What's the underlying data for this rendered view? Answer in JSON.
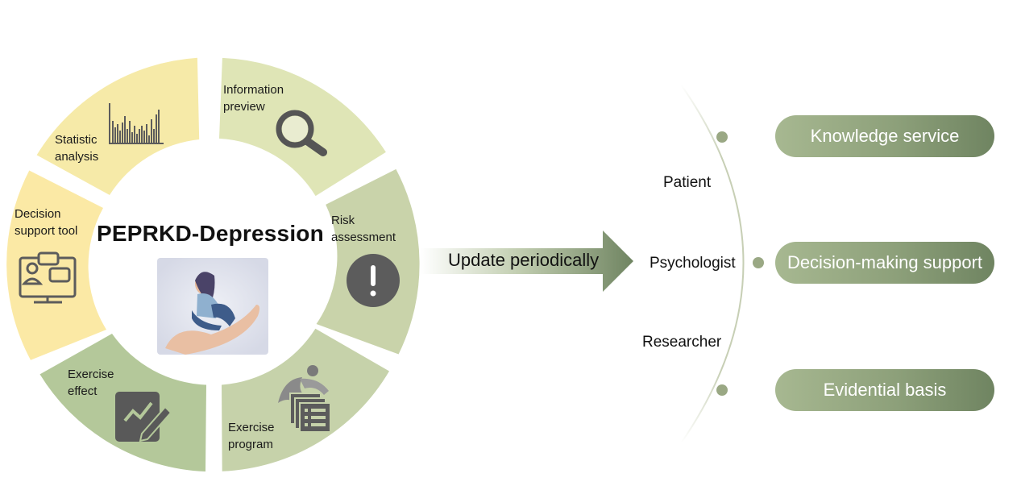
{
  "title": "PEPRKD-Depression",
  "segments": [
    {
      "id": "statistic",
      "lines": [
        "Statistic",
        "analysis"
      ],
      "icon": "bar-chart-icon"
    },
    {
      "id": "information",
      "lines": [
        "Information",
        "preview"
      ],
      "icon": "magnifier-icon"
    },
    {
      "id": "risk",
      "lines": [
        "Risk",
        "assessment"
      ],
      "icon": "exclamation-icon"
    },
    {
      "id": "program",
      "lines": [
        "Exercise",
        "program"
      ],
      "icon": "runner-list-icon"
    },
    {
      "id": "effect",
      "lines": [
        "Exercise",
        "effect"
      ],
      "icon": "edit-chart-icon"
    },
    {
      "id": "decision",
      "lines": [
        "Decision",
        "support tool"
      ],
      "icon": "consultation-screen-icon"
    }
  ],
  "arrow_label": "Update periodically",
  "roles": [
    "Patient",
    "Psychologist",
    "Researcher"
  ],
  "outputs": [
    "Knowledge service",
    "Decision-making support",
    "Evidential basis"
  ],
  "colors": {
    "yellow": "#f6eaa8",
    "light_green": "#dfe5b6",
    "mid_green": "#c9d3aa",
    "green": "#b4c89a",
    "icon": "#5c5c5c",
    "pill": "#8da07a",
    "arrow": "#6f8461"
  }
}
